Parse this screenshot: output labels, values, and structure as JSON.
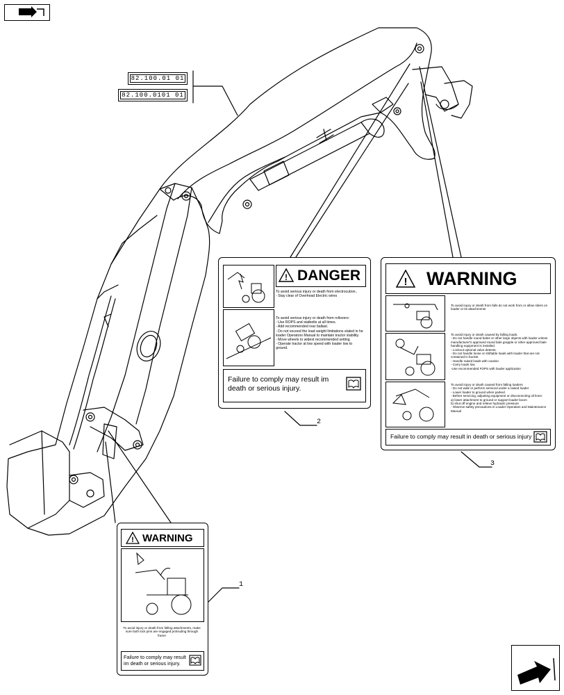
{
  "nav": {
    "top_left_icon": "book-arrow-icon",
    "bottom_right_icon": "next-page-arrow-icon"
  },
  "refs": [
    "82.100.01 01",
    "82.100.0101 01"
  ],
  "callouts": [
    "1",
    "2",
    "3"
  ],
  "decal_danger": {
    "header": "DANGER",
    "text1": "To avoid serious injury or death from electrocution..\n- Stay clear of Overhead Electric wires",
    "text2": "To avoid serious injury or death from rollovers:\n- Use ROPS and statbelts at all times.\n- Add recommended rear ballast.\n- Do not exceed the load weight limitations stated in he loader Operators Manual to maintain tractor stability.\n- Move wheels to widest recommended setting\n- Operate tractor at low speed with loader low to ground.",
    "footer": "Failure to comply may result im death or serious injury."
  },
  "decal_warning_large": {
    "header": "WARNING",
    "text1": "To avoid injury or death from falls do not work from or allow riders on loader or its attachments",
    "text2": "To avoid injury or death caused by falling loads.\n- Do not handle round bales or other large objects with loader unless manufacturer's approved round bale grapple or other approved bale handling equipment is installed.\n- Lockout optional valve detents.\n- Do not handle loose or shiftable loads with loader that are not contained in bucket\n- Handle raised loads with caution\n- Carry loads low.\n-Use recommended FOPS with loader application",
    "text3": "To avoid injury or death caused from falling loaders\n- Do not walk or perform serviced under a raised loader\n- Lower loader to ground when parked.\n- Before servicing, adjusting equipment or disconnecting oil lines:\n   a) lower attachment to ground or support loader boom\n   b) shut off engine and relieve hydraulic pressure\n- Observe safety precautions in Loader Operation and Maintenance Manual",
    "footer": "Failure to comply may result in death or serious injury"
  },
  "decal_warning_small": {
    "header": "WARNING",
    "text1": "To avoid injury or death from falling attachments, make sure both lock pins are engaged protruding through frame",
    "footer": "Failure to comply may result im death or serious injury."
  }
}
